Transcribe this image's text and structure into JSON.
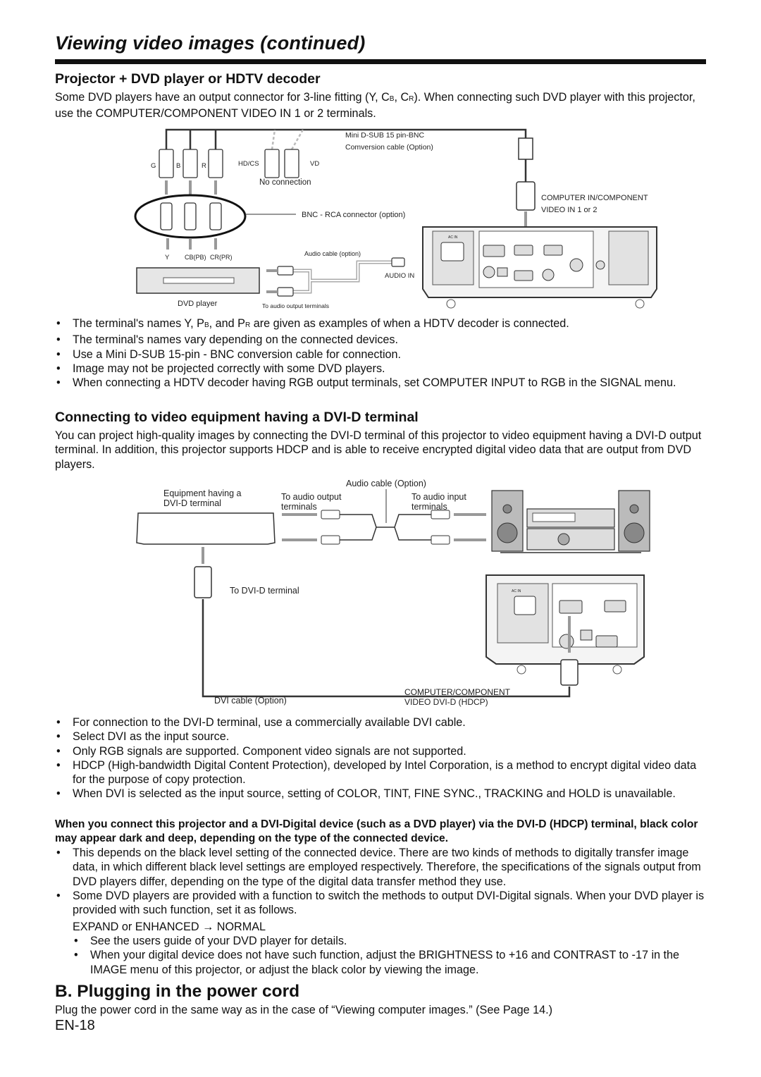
{
  "page_title": "Viewing video images (continued)",
  "section1": {
    "heading": "Projector + DVD player or HDTV decoder",
    "intro_pre": "Some DVD players have an output connector for 3-line fitting (Y, C",
    "intro_b": "B",
    "intro_mid": ", C",
    "intro_r": "R",
    "intro_post": "). When connecting such DVD player with this projector, use the COMPUTER/COMPONENT VIDEO IN 1 or 2 terminals.",
    "diagram": {
      "g": "G",
      "b": "B",
      "r": "R",
      "hdcs": "HD/CS",
      "vd": "VD",
      "no_connection": "No connection",
      "mini_dsub_1": "Mini D-SUB 15 pin-BNC",
      "mini_dsub_2": "Comversion cable (Option)",
      "computer_in_1": "COMPUTER IN/COMPONENT",
      "computer_in_2": "VIDEO IN 1 or 2",
      "bnc_rca": "BNC - RCA connector (option)",
      "audio_cable": "Audio cable (option)",
      "audio_in": "AUDIO IN",
      "y": "Y",
      "cb_pb": "CB(PB)",
      "cr_pr": "CR(PR)",
      "dvd_player": "DVD player",
      "to_audio_output": "To audio output terminals",
      "ac_in": "AC IN"
    },
    "bullets": {
      "b1_pre": "The terminal's names Y, P",
      "b1_b": "B",
      "b1_mid": ", and P",
      "b1_r": "R",
      "b1_post": " are given as examples of when a HDTV decoder is connected.",
      "b2": "The terminal's names vary depending on the connected devices.",
      "b3": "Use a Mini D-SUB 15-pin - BNC conversion cable for connection.",
      "b4": "Image may not be projected correctly with some DVD players.",
      "b5": "When connecting a HDTV decoder having RGB output terminals, set COMPUTER INPUT to RGB in the SIGNAL menu."
    }
  },
  "section2": {
    "heading": "Connecting to video equipment having a DVI-D terminal",
    "intro": "You can project high-quality images by connecting the DVI-D terminal of this projector to video equipment having a DVI-D output terminal. In addition, this projector supports HDCP and is able to receive encrypted digital video data that are output from DVD players.",
    "diagram": {
      "audio_cable": "Audio cable (Option)",
      "equipment_1": "Equipment having a",
      "equipment_2": "DVI-D terminal",
      "to_audio_output_1": "To audio output",
      "to_audio_output_2": "terminals",
      "to_audio_input_1": "To audio input",
      "to_audio_input_2": "terminals",
      "to_dvi_terminal": "To DVI-D terminal",
      "dvi_cable": "DVI cable (Option)",
      "computer_component_1": "COMPUTER/COMPONENT",
      "computer_component_2": "VIDEO DVI-D (HDCP)",
      "ac_in": "AC IN"
    },
    "bullets": [
      "For connection to the DVI-D terminal, use a commercially available DVI cable.",
      "Select DVI as the input source.",
      "Only RGB signals are supported. Component video signals are not supported.",
      "HDCP (High-bandwidth Digital Content Protection), developed by Intel Corporation, is a method to encrypt digital video data for the purpose of copy protection.",
      "When DVI is selected as the input source, setting of COLOR, TINT, FINE SYNC., TRACKING and HOLD is unavailable."
    ],
    "bold_note": "When you connect this projector and a DVI-Digital device (such as a DVD player) via the DVI-D (HDCP) terminal, black color may appear dark and deep, depending on the type of the connected device.",
    "note_bullets": [
      "This depends on the black level setting of the connected device. There are two kinds of methods to digitally transfer image data, in which different black level settings are employed respectively. Therefore, the specifications of the signals output from DVD players differ, depending on the type of the digital data transfer method they use.",
      "Some DVD players are provided with a function to switch the methods to output DVI-Digital signals. When your DVD player is provided with such function, set it as follows."
    ],
    "expand_line": "EXPAND or ENHANCED → NORMAL",
    "sub_bullets": [
      "See the users guide of your DVD player for details.",
      "When your digital device does not have such function, adjust the BRIGHTNESS to +16 and CONTRAST to -17 in the IMAGE menu of this projector, or adjust the black color by viewing the image."
    ]
  },
  "section3": {
    "heading": "B. Plugging in the power cord",
    "body": "Plug the power cord in the same way as in the case of “Viewing computer images.” (See Page 14.)"
  },
  "page_number": "EN-18"
}
